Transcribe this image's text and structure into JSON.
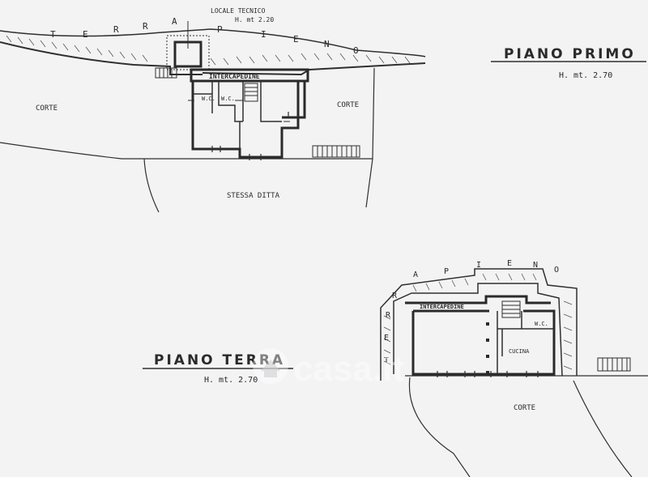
{
  "upper_plan": {
    "title": "PIANO PRIMO",
    "height_note": "H. mt. 2.70",
    "terrapieno_letters": [
      "T",
      "E",
      "R",
      "R",
      "A",
      "P",
      "I",
      "E",
      "N",
      "O"
    ],
    "locale_tecnico": "LOCALE TECNICO",
    "locale_height": "H. mt 2.20",
    "intercapedine": "INTERCAPEDINE",
    "wc_left": "W.C.",
    "wc_right": "W.C.",
    "corte_left": "CORTE",
    "corte_right": "CORTE",
    "stessa_ditta": "STESSA DITTA"
  },
  "lower_plan": {
    "title": "PIANO TERRA",
    "height_note": "H. mt. 2.70",
    "terrapieno_letters": [
      "T",
      "E",
      "R",
      "R",
      "A",
      "P",
      "I",
      "E",
      "N",
      "O"
    ],
    "intercapedine": "INTERCAPEDINE",
    "wc": "W.C.",
    "cucina": "CUCINA",
    "corte": "CORTE"
  },
  "watermark": {
    "text": "casa.it",
    "icon": "house-icon"
  }
}
